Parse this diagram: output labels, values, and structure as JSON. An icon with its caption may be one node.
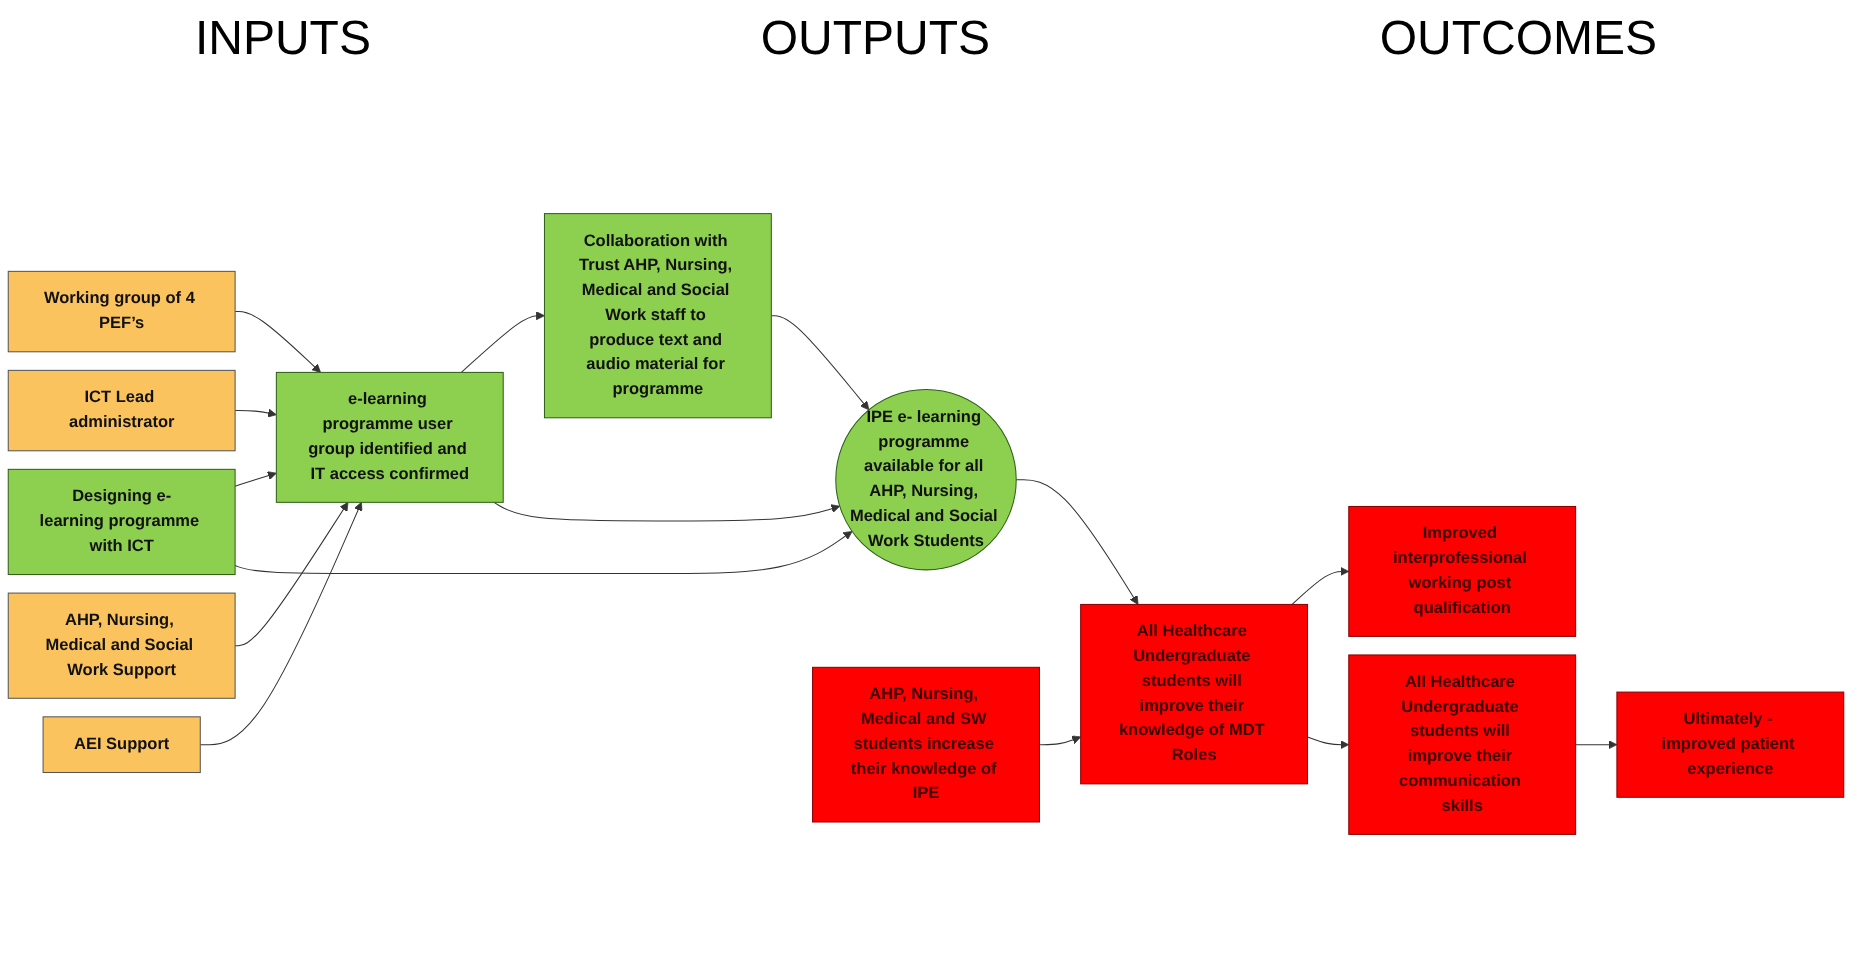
{
  "diagram": {
    "nodes": [
      {
        "text": [
          "Working group of 4 PEF’s"
        ]
      },
      {
        "text": [
          "ICT Lead administrator"
        ]
      },
      {
        "text": [
          "AHP, Nursing, Medical and Social Work Support"
        ]
      },
      {
        "text": [
          "AEI Support"
        ]
      },
      {
        "text": [
          "Designing e-learning programme with ICT"
        ]
      },
      {
        "text": [
          "e-learning programme user group identified and IT access confirmed"
        ]
      },
      {
        "text": [
          "Collaboration with Trust AHP, Nursing, Medical and Social Work staff to produce text and audio material for programme"
        ]
      },
      {
        "text": [
          "IPE e- learning programme available for all AHP, Nursing, Medical and Social Work Students"
        ]
      },
      {
        "text": [
          "AHP, Nursing, Medical and SW students increase their knowledge of IPE"
        ]
      },
      {
        "text": [
          "All Healthcare Undergraduate students will improve their knowledge of MDT Roles"
        ]
      },
      {
        "text": [
          "Improved interprofessional working post qualification"
        ]
      },
      {
        "text": [
          "All Healthcare Undergraduate students will improve their communication skills"
        ]
      },
      {
        "text": [
          "Ultimately - improved patient experience"
        ]
      }
    ],
    "edges": [
      {
        "from": 0,
        "to": 5,
        "arrow": "to"
      },
      {
        "from": 1,
        "to": 5,
        "arrow": "to"
      },
      {
        "from": 2,
        "to": 5,
        "arrow": "to"
      },
      {
        "from": 3,
        "to": 5,
        "arrow": "to"
      },
      {
        "from": 4,
        "to": 5,
        "arrow": "to"
      },
      {
        "from": 5,
        "to": 6,
        "arrow": "to"
      },
      {
        "from": 4,
        "to": 7,
        "arrow": "to"
      },
      {
        "from": 5,
        "to": 7,
        "arrow": "to"
      },
      {
        "from": 6,
        "to": 7,
        "arrow": "to"
      },
      {
        "from": 7,
        "to": 9,
        "arrow": "to"
      },
      {
        "from": 8,
        "to": 9,
        "arrow": "to"
      },
      {
        "from": 9,
        "to": 10,
        "arrow": "to"
      },
      {
        "from": 9,
        "to": 11,
        "arrow": "to"
      },
      {
        "from": 11,
        "to": 12,
        "arrow": "to"
      }
    ],
    "labels": [
      "INPUTS",
      "OUTPUTS",
      "OUTCOMES"
    ]
  }
}
